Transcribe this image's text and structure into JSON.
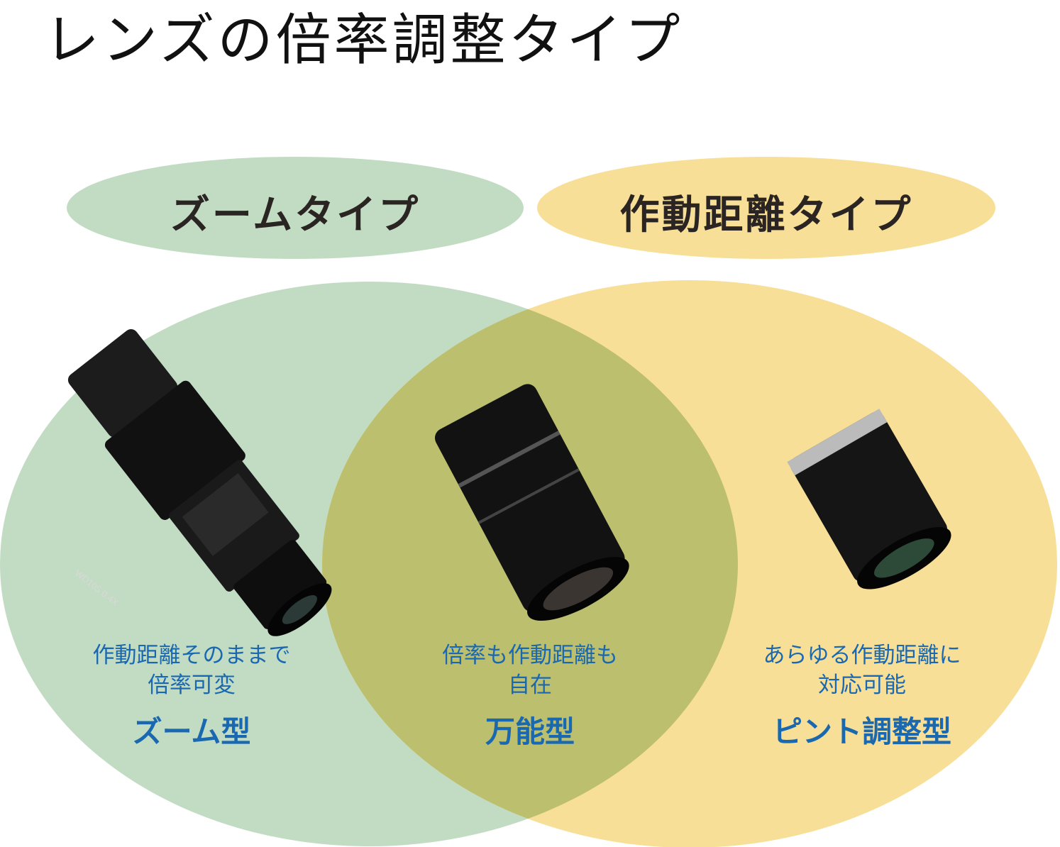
{
  "title": "レンズの倍率調整タイプ",
  "colors": {
    "green": "#c2dcc3",
    "yellow": "#f8df97",
    "overlap": "#bcbf6e",
    "text_blue": "#1a68b0"
  },
  "categories": [
    {
      "label": "ズームタイプ"
    },
    {
      "label": "作動距離タイプ"
    }
  ],
  "regions": [
    {
      "desc_line1": "作動距離そのままで",
      "desc_line2": "倍率可変",
      "type": "ズーム型",
      "image": "zoom-lens",
      "lens_marking": "WD105 0.4X"
    },
    {
      "desc_line1": "倍率も作動距離も",
      "desc_line2": "自在",
      "type": "万能型",
      "image": "zoom-lens-variable"
    },
    {
      "desc_line1": "あらゆる作動距離に",
      "desc_line2": "対応可能",
      "type": "ピント調整型",
      "image": "fixed-focal-lens"
    }
  ]
}
